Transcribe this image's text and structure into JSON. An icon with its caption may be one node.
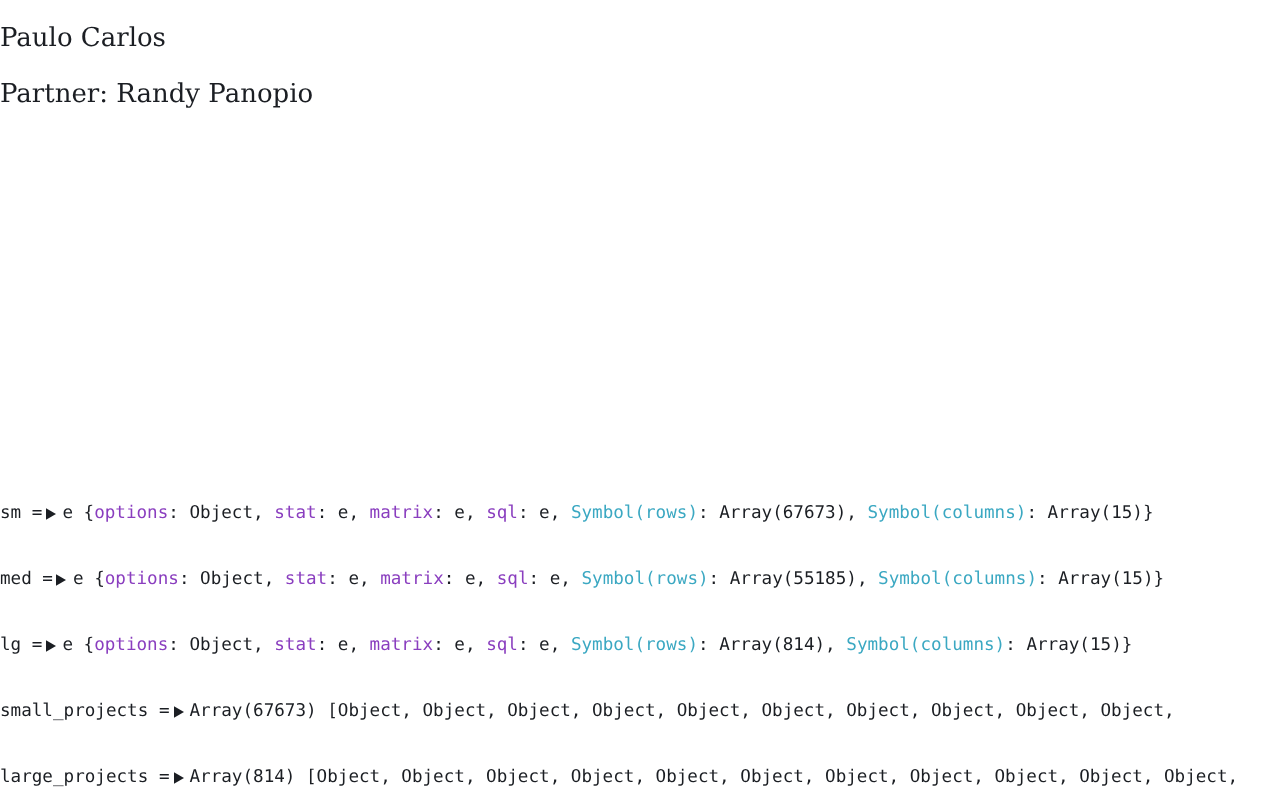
{
  "diagram": {
    "labels": [
      "Paulo Carlos",
      "Partner: Randy Panopio",
      "sm =",
      "e {options: Object, stat: e, matrix: e, sql: e, Symbol(rows): Array(67673), Symbol(columns): Array(15)}",
      "med =",
      "e {options: Object, stat: e, matrix: e, sql: e, Symbol(rows): Array(55185), Symbol(columns): Array(15)}",
      "lg =",
      "e {options: Object, stat: e, matrix: e, sql: e, Symbol(rows): Array(814), Symbol(columns): Array(15)}",
      "small_projects =",
      "Array(67673) [Object, Object, Object, Object, Object, Object, Object, Object, Object, Object,",
      "large_projects =",
      "Array(814) [Object, Object, Object, Object, Object, Object, Object, Object, Object, Object, Object,"
    ]
  }
}
